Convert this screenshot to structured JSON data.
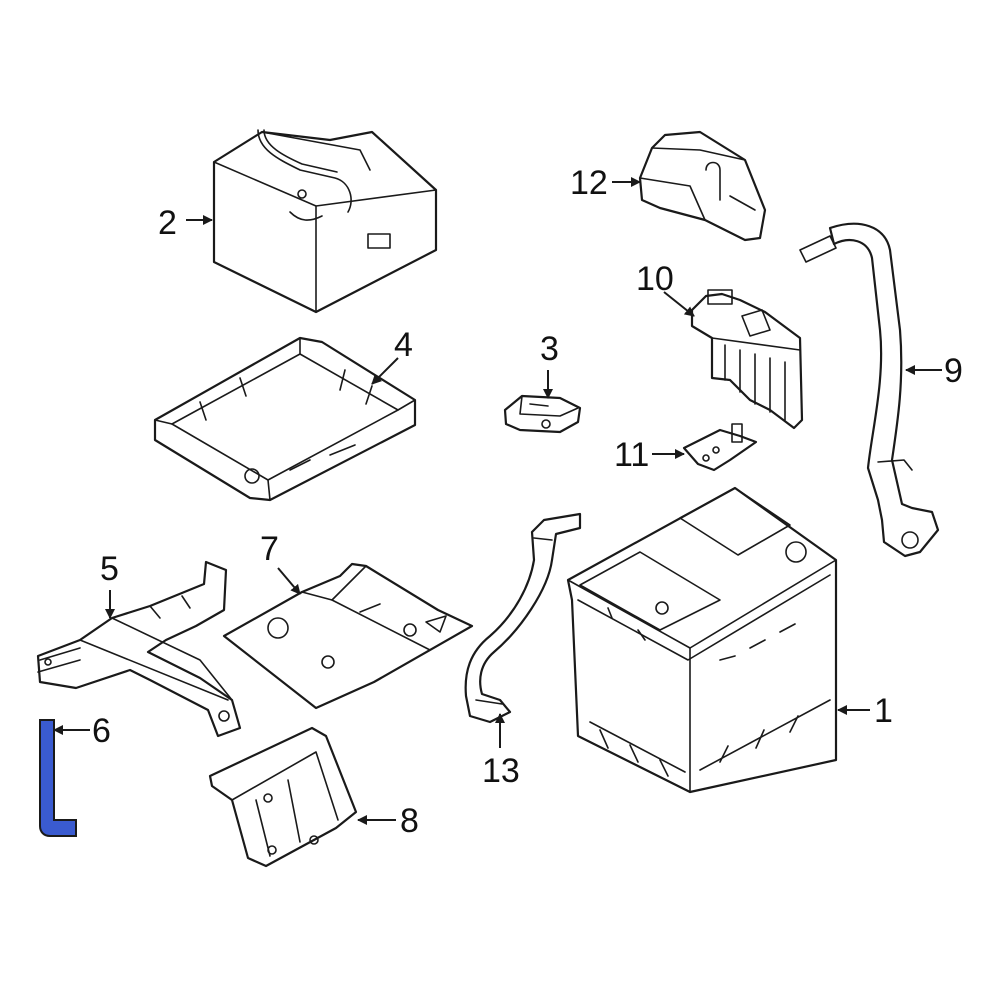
{
  "diagram": {
    "highlight_color": "#3a5bd0",
    "outline_color": "#1a1a1a",
    "callouts": [
      {
        "id": "1",
        "label": "1",
        "part": "battery"
      },
      {
        "id": "2",
        "label": "2",
        "part": "battery-cover-box"
      },
      {
        "id": "3",
        "label": "3",
        "part": "terminal-clamp"
      },
      {
        "id": "4",
        "label": "4",
        "part": "battery-tray"
      },
      {
        "id": "5",
        "label": "5",
        "part": "tray-support-bracket"
      },
      {
        "id": "6",
        "label": "6",
        "part": "l-shaped-rod",
        "highlighted": true
      },
      {
        "id": "7",
        "label": "7",
        "part": "mounting-plate"
      },
      {
        "id": "8",
        "label": "8",
        "part": "lower-support-bracket"
      },
      {
        "id": "9",
        "label": "9",
        "part": "positive-cable"
      },
      {
        "id": "10",
        "label": "10",
        "part": "fuse-box"
      },
      {
        "id": "11",
        "label": "11",
        "part": "terminal-bracket"
      },
      {
        "id": "12",
        "label": "12",
        "part": "terminal-cover"
      },
      {
        "id": "13",
        "label": "13",
        "part": "ground-cable"
      }
    ]
  }
}
